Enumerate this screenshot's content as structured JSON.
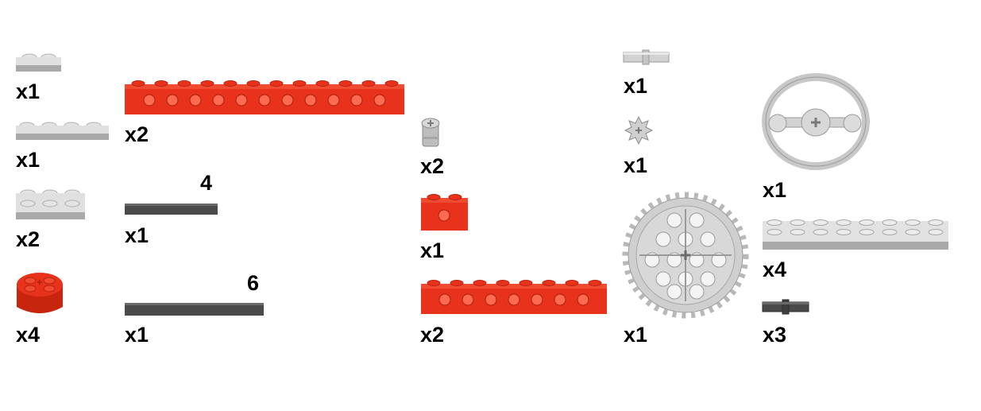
{
  "colors": {
    "red": "#e8321c",
    "light_gray": "#d4d4d4",
    "dark_gray": "#4a4a4a"
  },
  "parts": [
    {
      "id": "plate-1x2",
      "qty": "x1"
    },
    {
      "id": "plate-1x4",
      "qty": "x1"
    },
    {
      "id": "plate-2x3",
      "qty": "x2"
    },
    {
      "id": "round-brick-2x2",
      "qty": "x4"
    },
    {
      "id": "technic-brick-1x12",
      "qty": "x2"
    },
    {
      "id": "axle-4",
      "length_label": "4",
      "qty": "x1"
    },
    {
      "id": "axle-6",
      "length_label": "6",
      "qty": "x1"
    },
    {
      "id": "bush",
      "qty": "x2"
    },
    {
      "id": "technic-brick-1x2",
      "qty": "x1"
    },
    {
      "id": "technic-brick-1x8",
      "qty": "x2"
    },
    {
      "id": "axle-pin",
      "qty": "x1"
    },
    {
      "id": "gear-8-tooth",
      "qty": "x1"
    },
    {
      "id": "gear-40-tooth",
      "qty": "x1"
    },
    {
      "id": "steering-wheel",
      "qty": "x1"
    },
    {
      "id": "plate-2x8",
      "qty": "x4"
    },
    {
      "id": "connector-peg",
      "qty": "x3"
    }
  ]
}
